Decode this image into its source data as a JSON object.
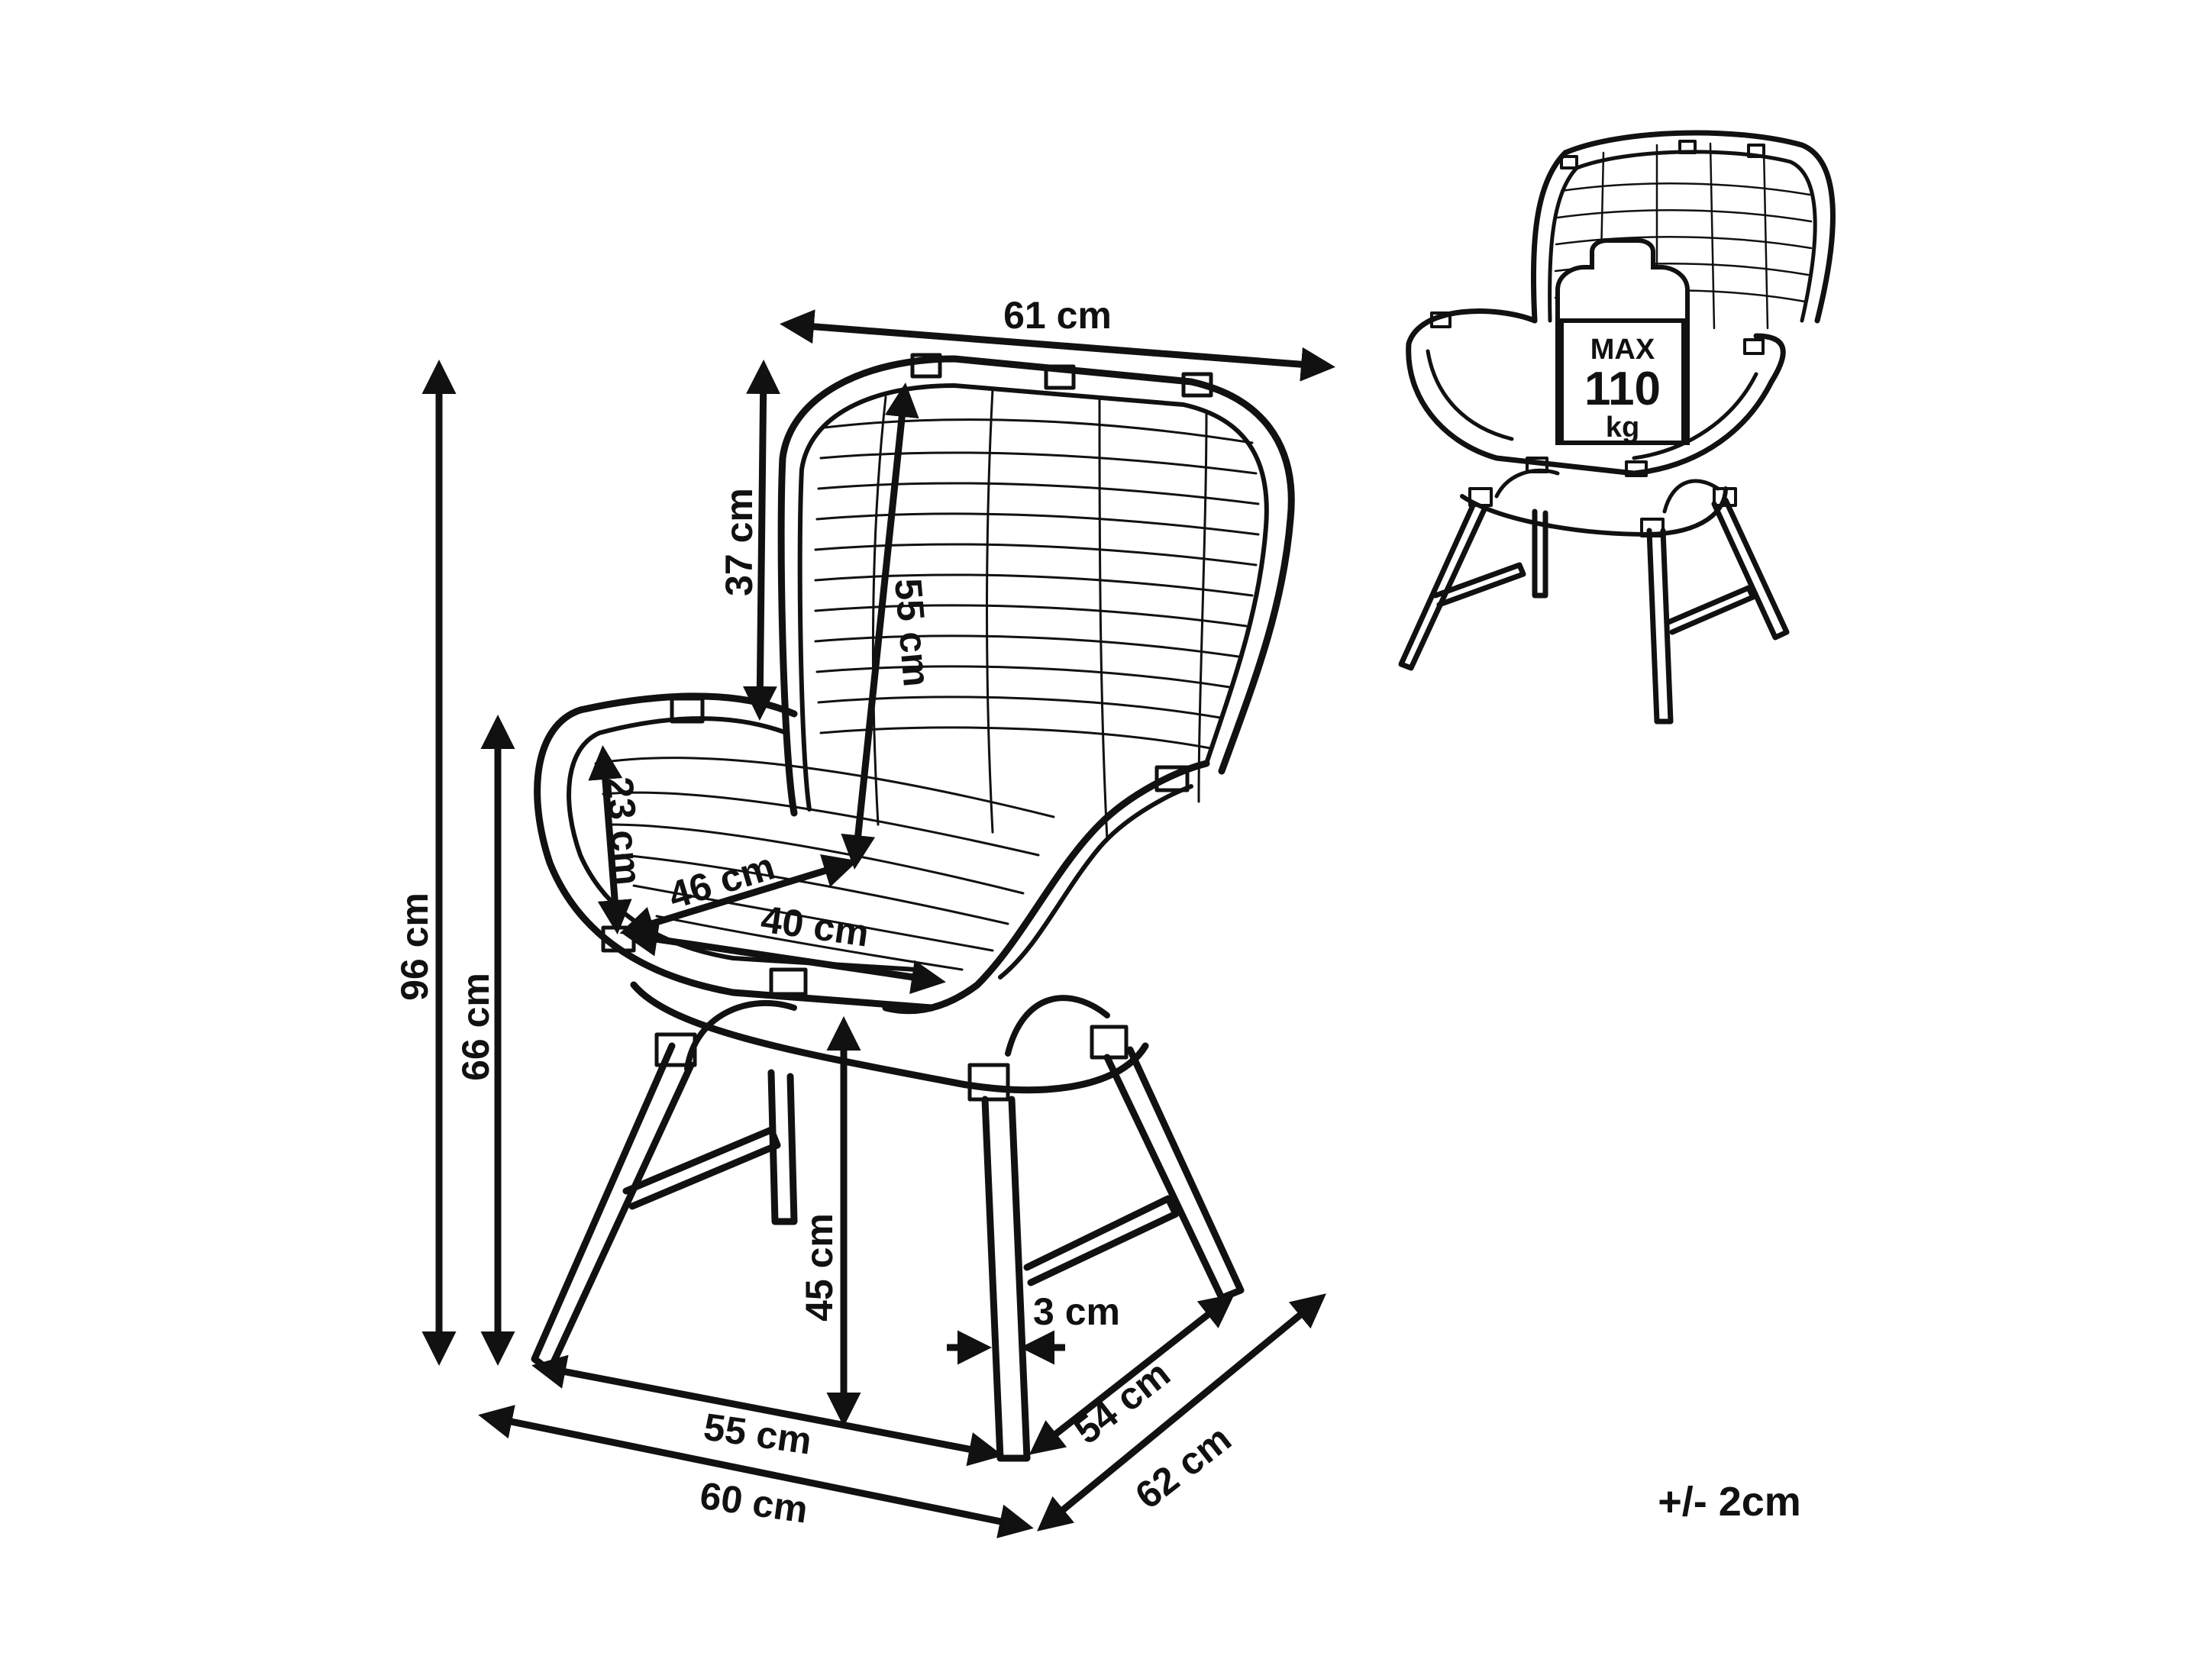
{
  "dimensions": {
    "top_width": "61 cm",
    "total_height": "96 cm",
    "armrest_height": "66 cm",
    "backrest_height": "37 cm",
    "inner_back_height": "55 cm",
    "arm_inner_height": "23 cm",
    "seat_depth": "46 cm",
    "seat_width": "40 cm",
    "seat_height": "45 cm",
    "leg_thickness": "3 cm",
    "base_width": "55 cm",
    "total_width": "60 cm",
    "base_depth": "54 cm",
    "total_depth": "62 cm"
  },
  "max_load": {
    "line1": "MAX",
    "line2": "110",
    "line3": "kg"
  },
  "tolerance": "+/- 2cm",
  "colors": {
    "line": "#111111",
    "background": "#ffffff"
  }
}
